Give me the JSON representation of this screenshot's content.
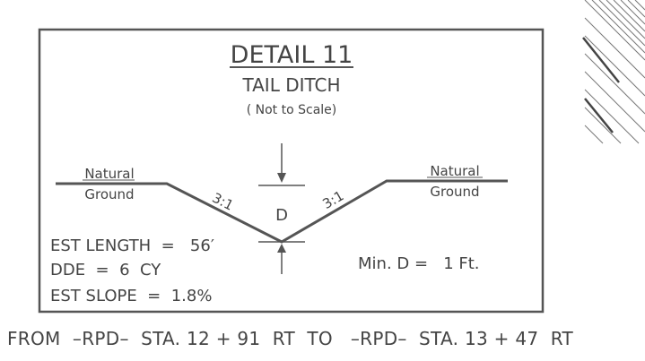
{
  "detail": {
    "title": "DETAIL 11",
    "subtitle": "TAIL DITCH",
    "scale_note": "( Not to  Scale)",
    "left_ground_line1": "Natural",
    "left_ground_line2": "Ground",
    "right_ground_line1": "Natural",
    "right_ground_line2": "Ground",
    "left_slope": "3:1",
    "right_slope": "3:1",
    "depth_label": "D",
    "est_length": "EST LENGTH  =   56′",
    "dde": "DDE  =  6  CY",
    "est_slope": "EST SLOPE  =  1.8%",
    "min_depth": "Min. D =   1 Ft."
  },
  "footer": {
    "station_text": "FROM  –RPD–  STA. 12 + 91  RT  TO   –RPD–  STA. 13 + 47  RT"
  },
  "colors": {
    "line": "#555555",
    "text": "#444444",
    "background": "#ffffff"
  }
}
